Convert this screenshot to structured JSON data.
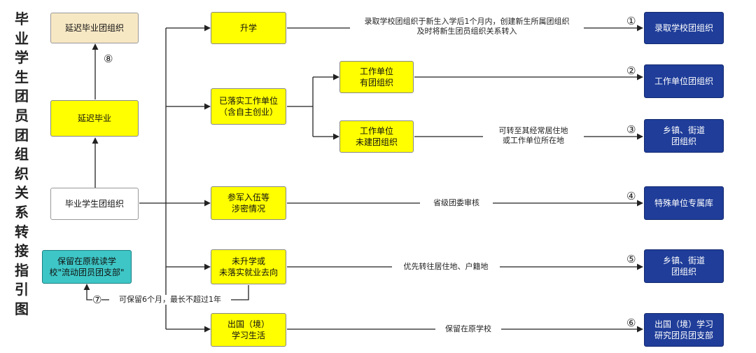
{
  "title": "毕业学生团员团组织关系转接指引图",
  "boxes": {
    "delayed_org": "延迟毕业团组织",
    "delayed_grad": "延迟毕业",
    "grad_org": "毕业学生团组织",
    "keep_original": "保留在原就读学\n校\"流动团员团支部\"",
    "further_study": "升学",
    "employed": "已落实工作单位\n（含自主创业）",
    "work_with_org": "工作单位\n有团组织",
    "work_no_org": "工作单位\n未建团组织",
    "military": "参军入伍等\n涉密情况",
    "undecided": "未升学或\n未落实就业去向",
    "abroad": "出国（境）\n学习生活",
    "t1": "录取学校团组织",
    "t2": "工作单位团组织",
    "t3": "乡镇、街道\n团组织",
    "t4": "特殊单位专属库",
    "t5": "乡镇、街道\n团组织",
    "t6": "出国（境）学习\n研究团员团支部"
  },
  "labels": {
    "l1": "录取学校团组织于新生入学后1个月内，创建新生所属团组织\n及时将新生团员组织关系转入",
    "l3": "可转至其经常居住地\n或工作单位所在地",
    "l4": "省级团委审核",
    "l5": "优先转往居住地、户籍地",
    "l6": "保留在原学校",
    "l7": "可保留6个月，最长不超过1年"
  },
  "numbers": {
    "n1": "①",
    "n2": "②",
    "n3": "③",
    "n4": "④",
    "n5": "⑤",
    "n6": "⑥",
    "n7": "⑦",
    "n8": "⑧"
  }
}
